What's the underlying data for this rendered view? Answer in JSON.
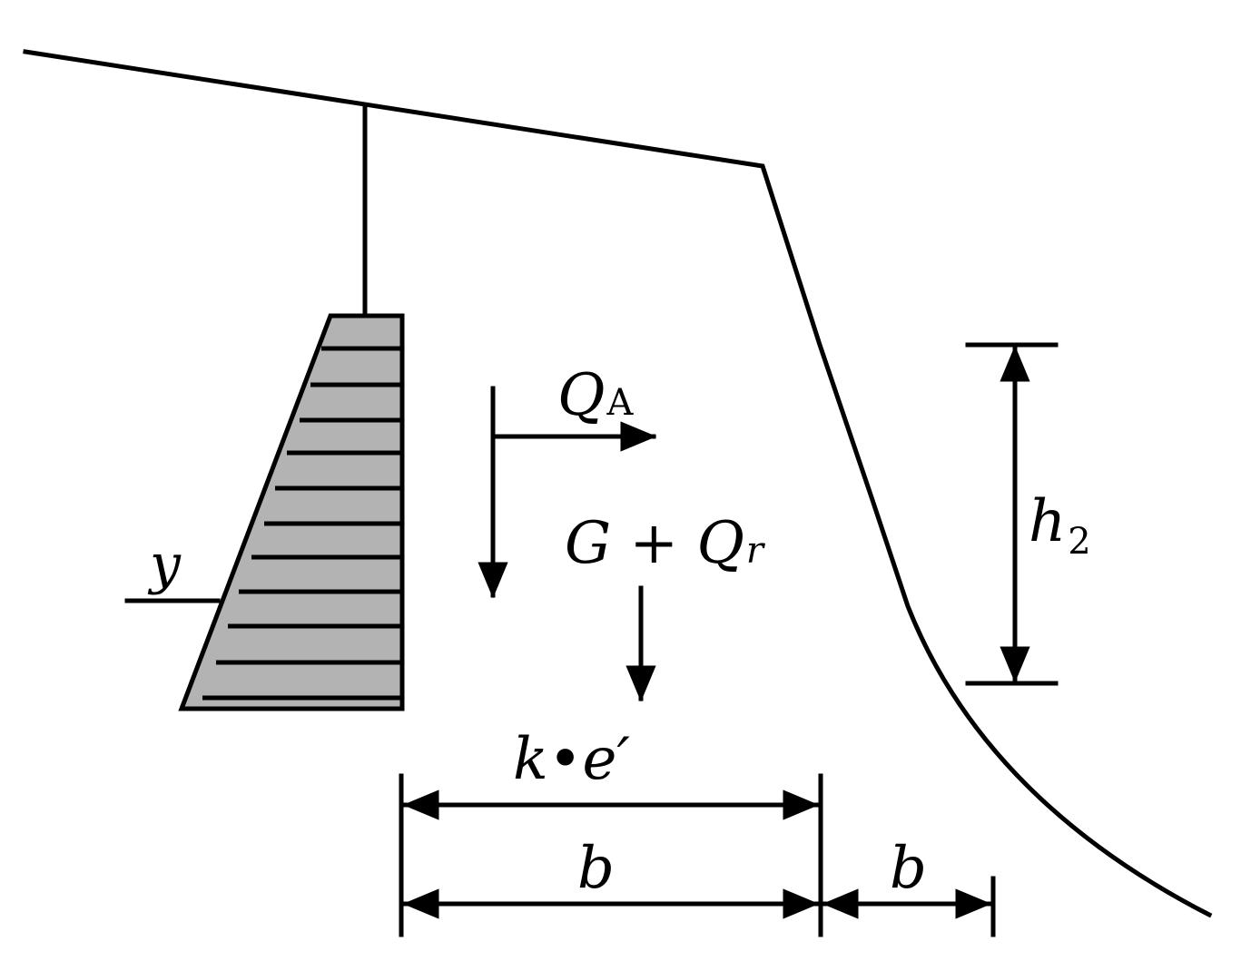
{
  "labels": {
    "lateral_force_letter": "Q",
    "lateral_force_sub": "A",
    "vertical_load": "G + Q",
    "vertical_load_sub": "r",
    "depth": "y",
    "height_letter": "h",
    "height_sub": "2",
    "eccentric": "k•e′",
    "width_left": "b",
    "width_right": "b"
  },
  "colors": {
    "stroke": "#000000",
    "footing_fill": "#b3b3b3"
  }
}
